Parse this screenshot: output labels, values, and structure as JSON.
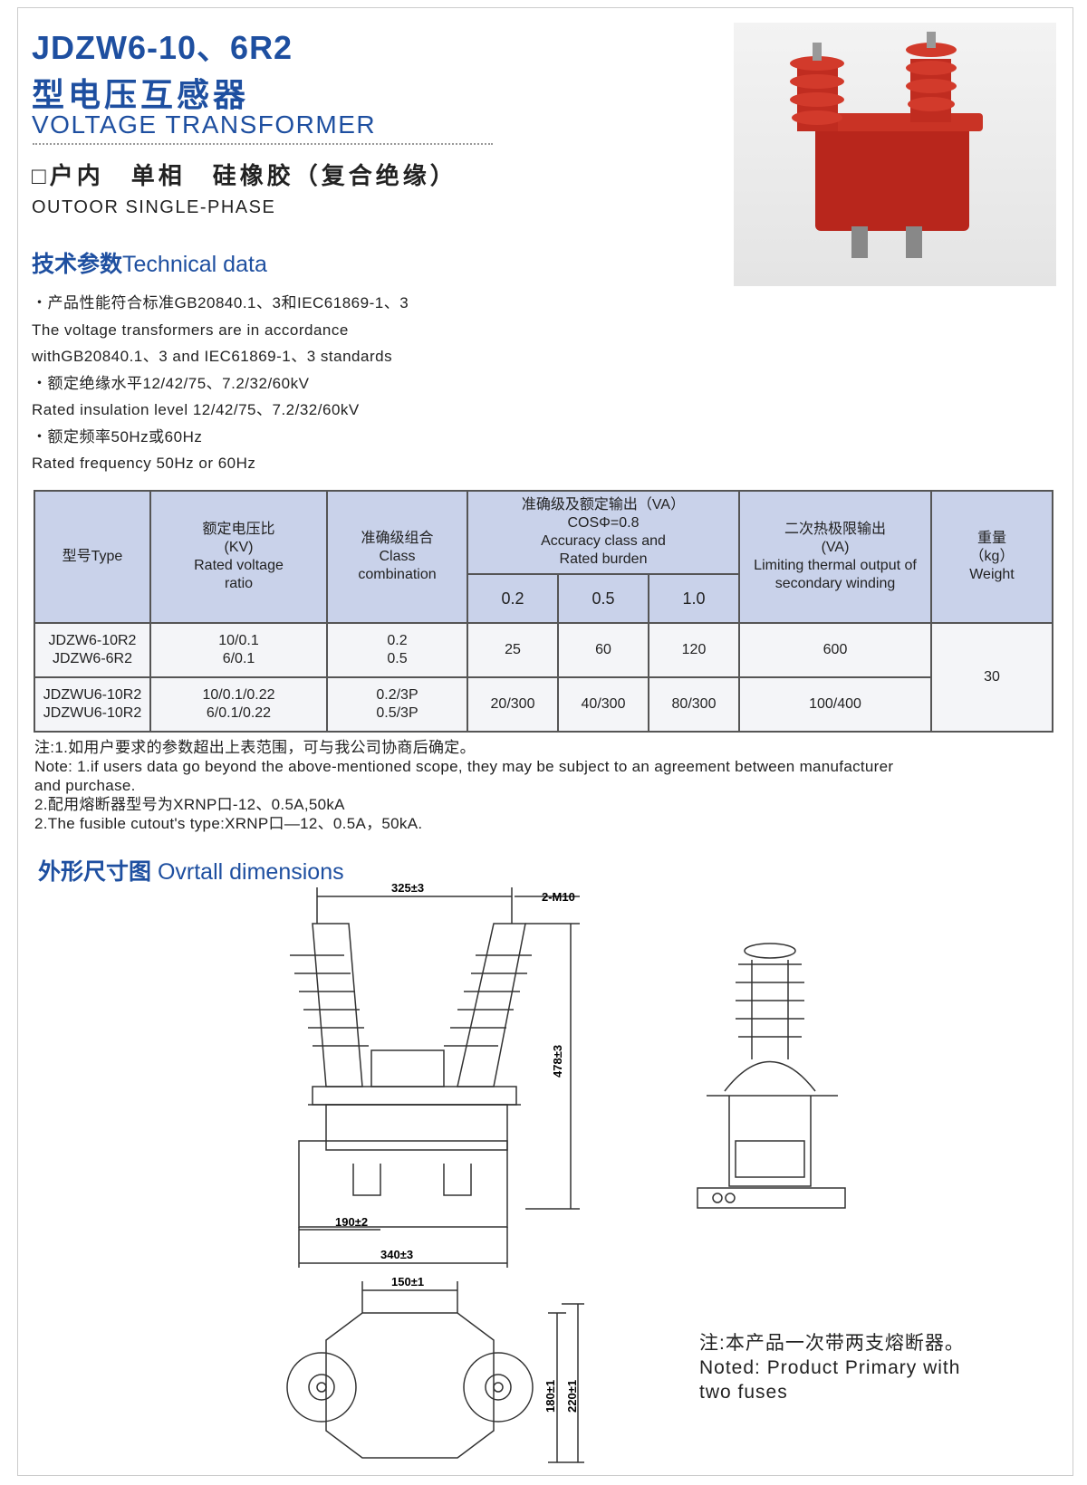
{
  "header": {
    "model": "JDZW6-10、6R2",
    "title_cn": "型电压互感器",
    "title_en": "VOLTAGE TRANSFORMER",
    "subtitle_cn": "□户内　单相　硅橡胶（复合绝缘）",
    "subtitle_en": "OUTOOR SINGLE-PHASE"
  },
  "tech": {
    "heading_cn": "技术参数",
    "heading_en": "Technical data",
    "lines": [
      "・产品性能符合标准GB20840.1、3和IEC61869-1、3",
      "The voltage transformers are in accordance",
      "withGB20840.1、3 and IEC61869-1、3 standards",
      "・额定绝缘水平12/42/75、7.2/32/60kV",
      "Rated insulation level 12/42/75、7.2/32/60kV",
      "・额定频率50Hz或60Hz",
      "Rated frequency 50Hz or 60Hz"
    ]
  },
  "table": {
    "headers": {
      "type": "型号Type",
      "ratio": [
        "额定电压比",
        "(KV)",
        "Rated voltage",
        "ratio"
      ],
      "class": [
        "准确级组合",
        "Class",
        "combination"
      ],
      "accuracy": [
        "准确级及额定输出（VA）",
        "COSΦ=0.8",
        "Accuracy class and",
        "Rated burden"
      ],
      "sub": [
        "0.2",
        "0.5",
        "1.0"
      ],
      "thermal": [
        "二次热极限输出",
        "(VA)",
        "Limiting thermal output of",
        "secondary winding"
      ],
      "weight": [
        "重量",
        "（kg）",
        "Weight"
      ]
    },
    "rows": [
      {
        "type": [
          "JDZW6-10R2",
          "JDZW6-6R2"
        ],
        "ratio": [
          "10/0.1",
          "6/0.1"
        ],
        "class": [
          "0.2",
          "0.5"
        ],
        "b02": "25",
        "b05": "60",
        "b10": "120",
        "thermal": "600"
      },
      {
        "type": [
          "JDZWU6-10R2",
          "JDZWU6-10R2"
        ],
        "ratio": [
          "10/0.1/0.22",
          "6/0.1/0.22"
        ],
        "class": [
          "0.2/3P",
          "0.5/3P"
        ],
        "b02": "20/300",
        "b05": "40/300",
        "b10": "80/300",
        "thermal": "100/400"
      }
    ],
    "weight": "30"
  },
  "notes": [
    "注:1.如用户要求的参数超出上表范围，可与我公司协商后确定。",
    "Note: 1.if users data go beyond the above-mentioned scope, they may be subject to an agreement between manufacturer",
    "and purchase.",
    "2.配用熔断器型号为XRNP口-12、0.5A,50kA",
    "2.The fusible cutout's type:XRNP口—12、0.5A，50kA."
  ],
  "dimensions": {
    "heading_cn": "外形尺寸图",
    "heading_en": "Ovrtall dimensions",
    "labels": {
      "top": "325±3",
      "bolt": "2-M10",
      "height": "478±3",
      "inner": "190±2",
      "base": "340±3",
      "plan": "150±1",
      "d1": "180±1",
      "d2": "220±1"
    }
  },
  "footnote": [
    "注:本产品一次带两支熔断器。",
    "Noted: Product Primary with",
    "two fuses"
  ]
}
